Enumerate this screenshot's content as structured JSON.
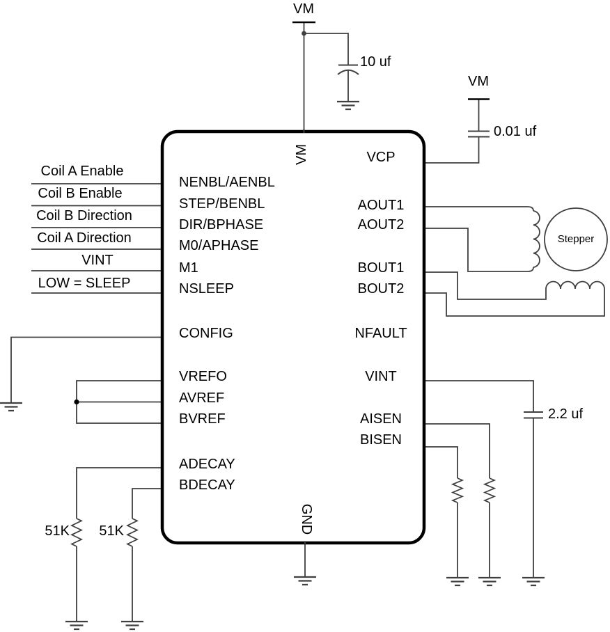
{
  "diagram_type": "stepper-driver-ic-schematic",
  "colors": {
    "wire": "#3f3f3f",
    "ink": "#000000",
    "ic_border": "#000000",
    "background": "#ffffff"
  },
  "ic": {
    "left_pins": [
      "NENBL/AENBL",
      "STEP/BENBL",
      "DIR/BPHASE",
      "M0/APHASE",
      "M1",
      "NSLEEP",
      "CONFIG",
      "VREFO",
      "AVREF",
      "BVREF",
      "ADECAY",
      "BDECAY"
    ],
    "right_pins": [
      "VCP",
      "AOUT1",
      "AOUT2",
      "BOUT1",
      "BOUT2",
      "NFAULT",
      "VINT",
      "AISEN",
      "BISEN"
    ],
    "top_pin": "VM",
    "bottom_pin": "GND"
  },
  "input_labels": [
    "Coil A Enable",
    "Coil B Enable",
    "Coil B Direction",
    "Coil A Direction",
    "VINT",
    "LOW = SLEEP"
  ],
  "power": {
    "vm_top": "VM",
    "vm_right": "VM"
  },
  "components": {
    "cap_bulk": "10 uf",
    "cap_vcp": "0.01 uf",
    "cap_vint": "2.2 uf",
    "res_adecay": "51K",
    "res_bdecay": "51K",
    "motor": "Stepper"
  }
}
